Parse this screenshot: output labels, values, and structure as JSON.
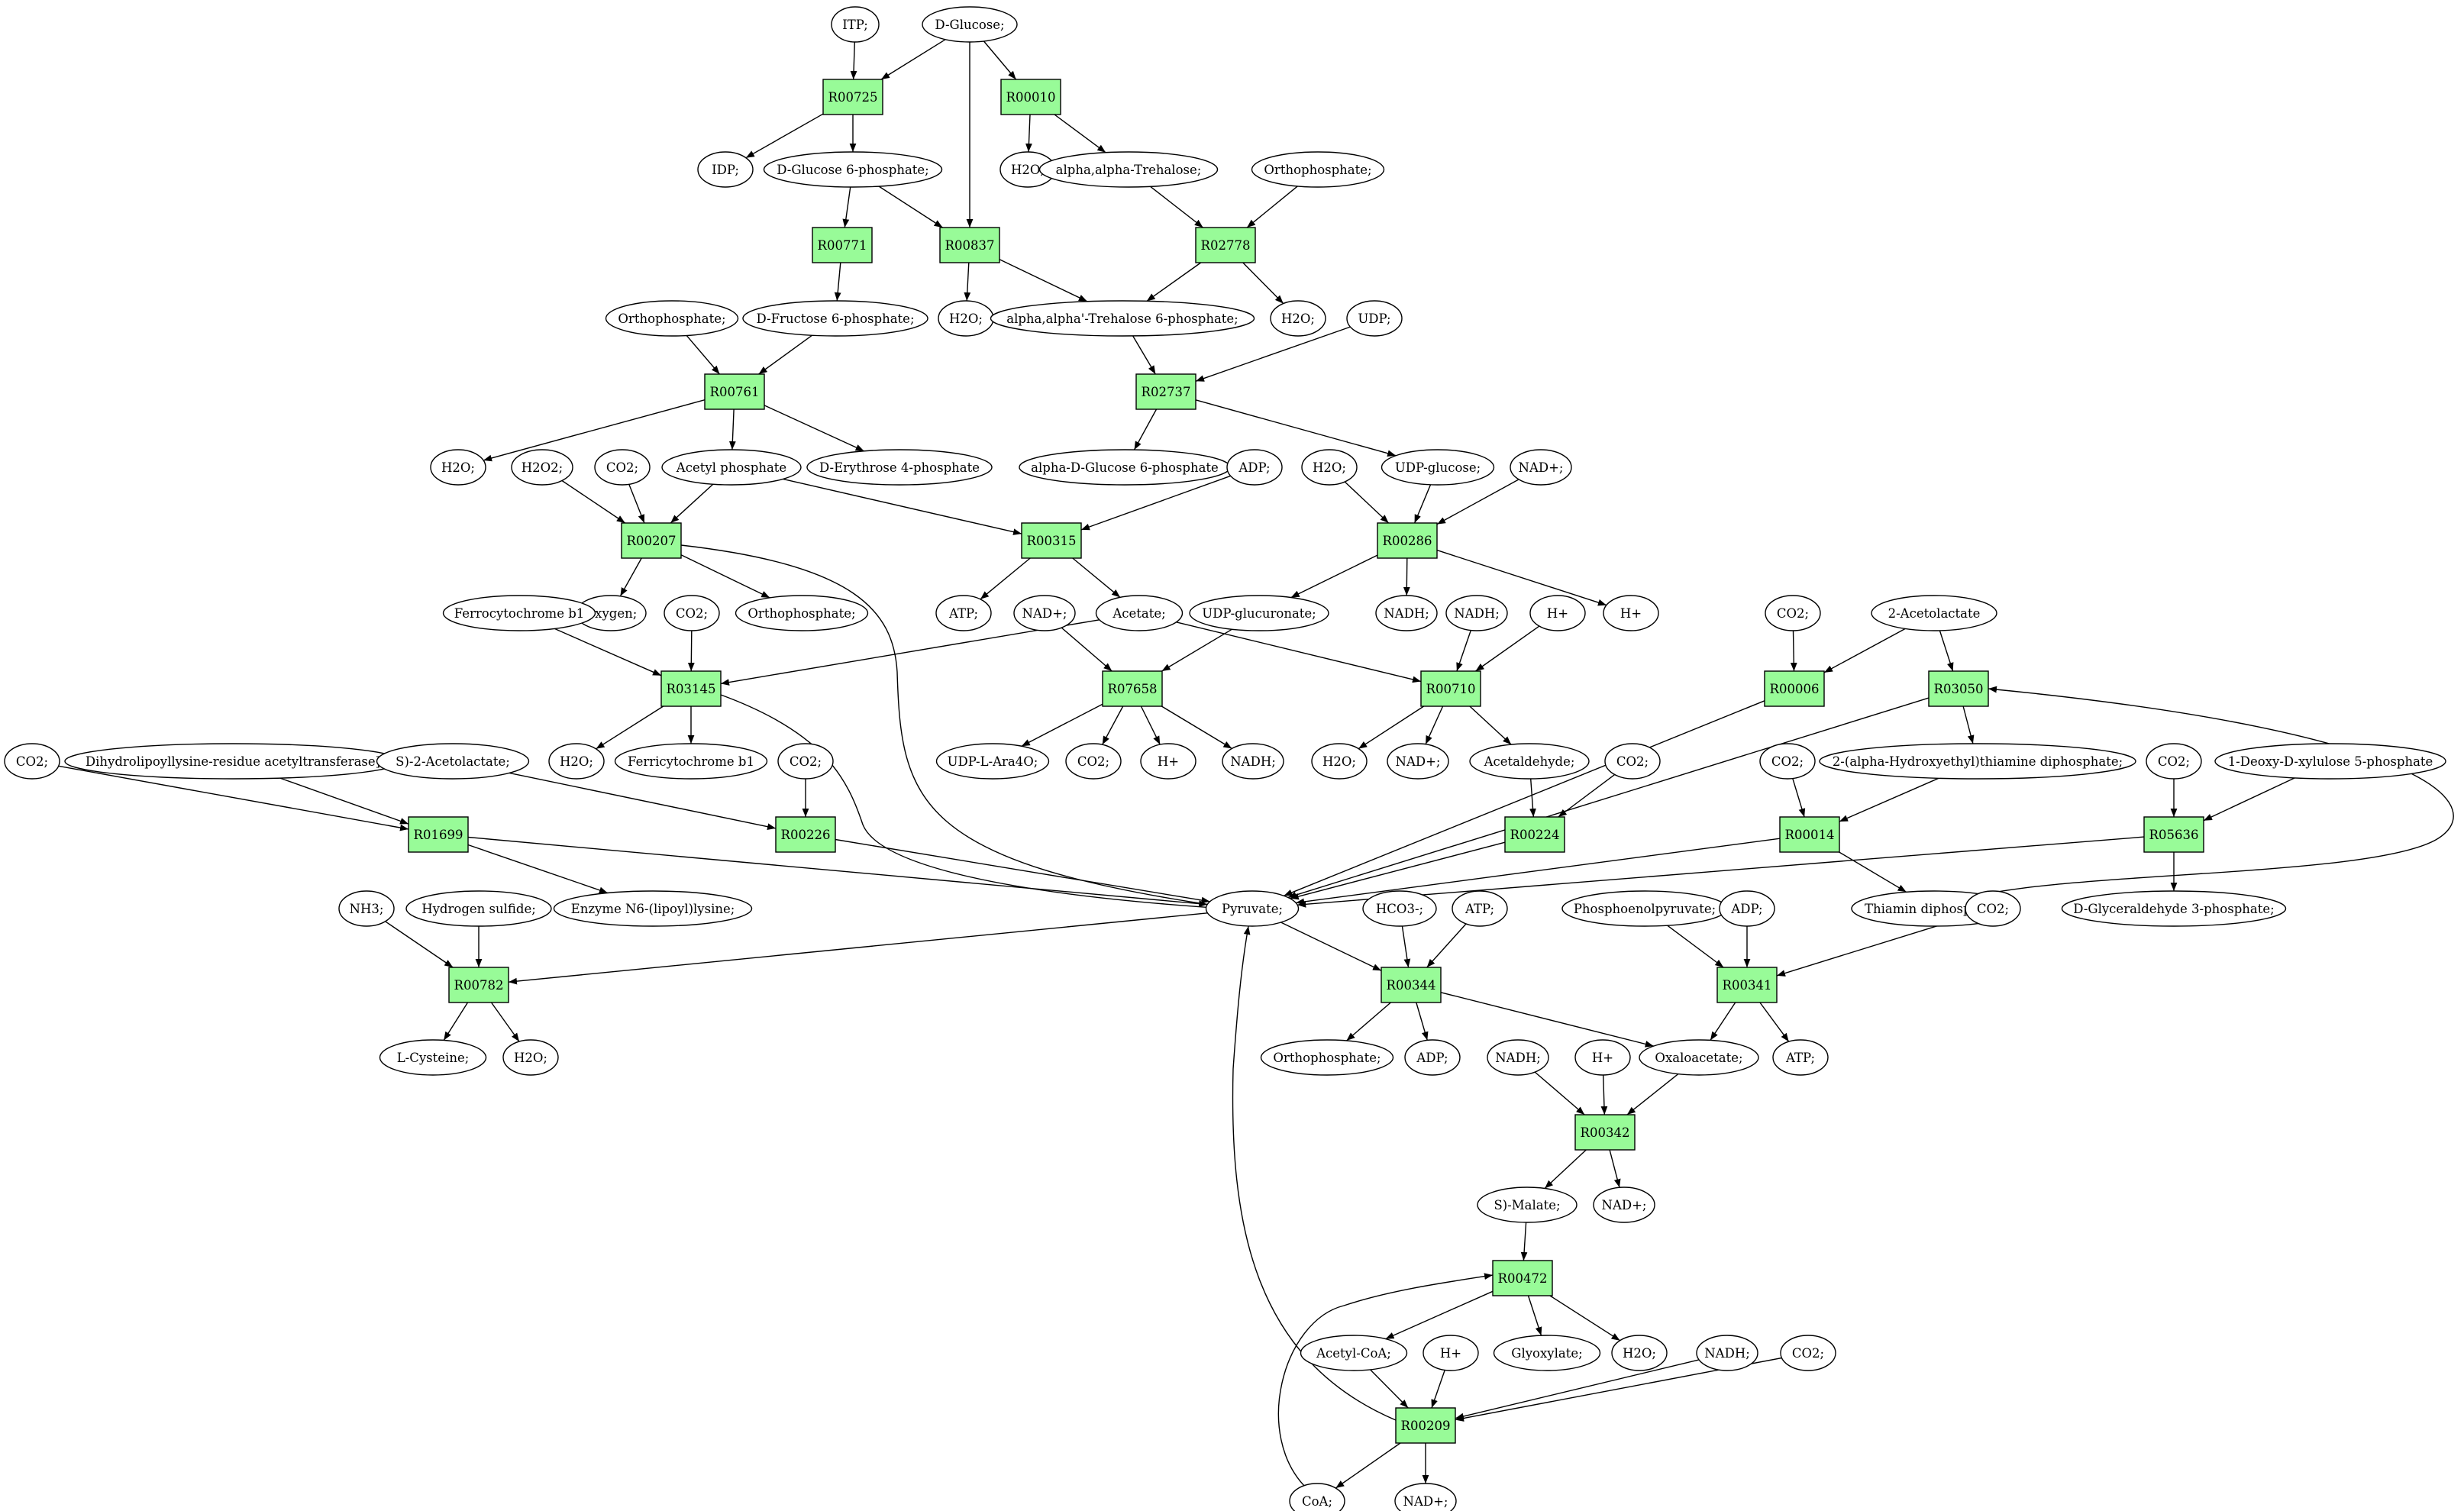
{
  "colors": {
    "reaction_fill": "#98fb98",
    "start_fill": "#00ff00",
    "target_fill": "#ffff00",
    "metabolite_fill": "#ffffff",
    "stroke": "#000000"
  },
  "reactions": [
    {
      "id": "R00725",
      "label": "R00725"
    },
    {
      "id": "R00010",
      "label": "R00010"
    },
    {
      "id": "R00771",
      "label": "R00771"
    },
    {
      "id": "R00837",
      "label": "R00837"
    },
    {
      "id": "R02778",
      "label": "R02778"
    },
    {
      "id": "R00761",
      "label": "R00761"
    },
    {
      "id": "R02737",
      "label": "R02737"
    },
    {
      "id": "R00207",
      "label": "R00207"
    },
    {
      "id": "R00315",
      "label": "R00315"
    },
    {
      "id": "R00286",
      "label": "R00286"
    },
    {
      "id": "R03145",
      "label": "R03145"
    },
    {
      "id": "R07658",
      "label": "R07658"
    },
    {
      "id": "R00710",
      "label": "R00710"
    },
    {
      "id": "R00006",
      "label": "R00006"
    },
    {
      "id": "R03050",
      "label": "R03050"
    },
    {
      "id": "R01699",
      "label": "R01699"
    },
    {
      "id": "R00226",
      "label": "R00226"
    },
    {
      "id": "R00224",
      "label": "R00224"
    },
    {
      "id": "R00014",
      "label": "R00014"
    },
    {
      "id": "R05636",
      "label": "R05636"
    },
    {
      "id": "R00782",
      "label": "R00782"
    },
    {
      "id": "R00344",
      "label": "R00344"
    },
    {
      "id": "R00341",
      "label": "R00341"
    },
    {
      "id": "R00342",
      "label": "R00342"
    },
    {
      "id": "R00472",
      "label": "R00472"
    },
    {
      "id": "R00209",
      "label": "R00209"
    }
  ],
  "metabolites": [
    {
      "id": "itp",
      "label": "ITP;"
    },
    {
      "id": "d_glucose",
      "label": "D-Glucose;",
      "role": "start"
    },
    {
      "id": "idp",
      "label": "IDP;"
    },
    {
      "id": "g6p",
      "label": "D-Glucose 6-phosphate;"
    },
    {
      "id": "h2o_a",
      "label": "H2O;"
    },
    {
      "id": "trehalose",
      "label": "alpha,alpha-Trehalose;"
    },
    {
      "id": "orthophosphate_a",
      "label": "Orthophosphate;"
    },
    {
      "id": "orthophosphate_b",
      "label": "Orthophosphate;"
    },
    {
      "id": "f6p",
      "label": "D-Fructose 6-phosphate;"
    },
    {
      "id": "h2o_b",
      "label": "H2O;"
    },
    {
      "id": "t6p",
      "label": "alpha,alpha'-Trehalose 6-phosphate;"
    },
    {
      "id": "h2o_c",
      "label": "H2O;"
    },
    {
      "id": "udp",
      "label": "UDP;"
    },
    {
      "id": "h2o_d",
      "label": "H2O;"
    },
    {
      "id": "h2o2",
      "label": "H2O2;"
    },
    {
      "id": "co2_a",
      "label": "CO2;"
    },
    {
      "id": "acetyl_phosphate",
      "label": "Acetyl phosphate"
    },
    {
      "id": "e4p",
      "label": "D-Erythrose 4-phosphate"
    },
    {
      "id": "ag6p",
      "label": "alpha-D-Glucose 6-phosphate"
    },
    {
      "id": "adp_a",
      "label": "ADP;"
    },
    {
      "id": "h2o_e",
      "label": "H2O;"
    },
    {
      "id": "udp_glucose",
      "label": "UDP-glucose;"
    },
    {
      "id": "nad_a",
      "label": "NAD+;"
    },
    {
      "id": "oxygen",
      "label": "Oxygen;"
    },
    {
      "id": "orthophosphate_c",
      "label": "Orthophosphate;"
    },
    {
      "id": "atp_a",
      "label": "ATP;"
    },
    {
      "id": "acetate",
      "label": "Acetate;"
    },
    {
      "id": "udp_glucuronate",
      "label": "UDP-glucuronate;"
    },
    {
      "id": "nadh_a",
      "label": "NADH;"
    },
    {
      "id": "h_a",
      "label": "H+"
    },
    {
      "id": "ferrocytochrome",
      "label": "Ferrocytochrome b1"
    },
    {
      "id": "co2_b",
      "label": "CO2;"
    },
    {
      "id": "nad_b",
      "label": "NAD+;"
    },
    {
      "id": "nadh_b",
      "label": "NADH;"
    },
    {
      "id": "h_b",
      "label": "H+"
    },
    {
      "id": "co2_c",
      "label": "CO2;"
    },
    {
      "id": "acetolactate_2",
      "label": "2-Acetolactate"
    },
    {
      "id": "h2o_f",
      "label": "H2O;"
    },
    {
      "id": "ferricytochrome",
      "label": "Ferricytochrome b1"
    },
    {
      "id": "udp_ara4o",
      "label": "UDP-L-Ara4O;"
    },
    {
      "id": "co2_d",
      "label": "CO2;"
    },
    {
      "id": "h_c",
      "label": "H+"
    },
    {
      "id": "nadh_c",
      "label": "NADH;"
    },
    {
      "id": "h2o_g",
      "label": "H2O;"
    },
    {
      "id": "nad_c",
      "label": "NAD+;"
    },
    {
      "id": "acetaldehyde",
      "label": "Acetaldehyde;"
    },
    {
      "id": "co2_e",
      "label": "CO2;"
    },
    {
      "id": "htpp",
      "label": "2-(alpha-Hydroxyethyl)thiamine diphosphate;"
    },
    {
      "id": "co2_f",
      "label": "CO2;"
    },
    {
      "id": "co2_g",
      "label": "CO2;"
    },
    {
      "id": "dxp",
      "label": "1-Deoxy-D-xylulose 5-phosphate"
    },
    {
      "id": "co2_h",
      "label": "CO2;"
    },
    {
      "id": "dihydrolipoyllysine",
      "label": "Dihydrolipoyllysine-residue acetyltransferase]"
    },
    {
      "id": "s_acetolactate",
      "label": "S)-2-Acetolactate;"
    },
    {
      "id": "co2_i",
      "label": "CO2;"
    },
    {
      "id": "nh3",
      "label": "NH3;"
    },
    {
      "id": "h2s",
      "label": "Hydrogen sulfide;"
    },
    {
      "id": "lipoyllysine",
      "label": "Enzyme N6-(lipoyl)lysine;"
    },
    {
      "id": "pyruvate",
      "label": "Pyruvate;"
    },
    {
      "id": "hco3",
      "label": "HCO3-;"
    },
    {
      "id": "atp_b",
      "label": "ATP;"
    },
    {
      "id": "thiamin_dp",
      "label": "Thiamin diphosphate;"
    },
    {
      "id": "gap",
      "label": "D-Glyceraldehyde 3-phosphate;"
    },
    {
      "id": "pep",
      "label": "Phosphoenolpyruvate;"
    },
    {
      "id": "adp_b",
      "label": "ADP;"
    },
    {
      "id": "co2_j",
      "label": "CO2;"
    },
    {
      "id": "l_cysteine",
      "label": "L-Cysteine;",
      "role": "target"
    },
    {
      "id": "h2o_h",
      "label": "H2O;"
    },
    {
      "id": "orthophosphate_d",
      "label": "Orthophosphate;"
    },
    {
      "id": "adp_c",
      "label": "ADP;"
    },
    {
      "id": "oxaloacetate",
      "label": "Oxaloacetate;"
    },
    {
      "id": "atp_c",
      "label": "ATP;"
    },
    {
      "id": "nadh_d",
      "label": "NADH;"
    },
    {
      "id": "h_d",
      "label": "H+"
    },
    {
      "id": "s_malate",
      "label": "S)-Malate;"
    },
    {
      "id": "nad_d",
      "label": "NAD+;"
    },
    {
      "id": "acetyl_coa",
      "label": "Acetyl-CoA;"
    },
    {
      "id": "h_e",
      "label": "H+"
    },
    {
      "id": "glyoxylate",
      "label": "Glyoxylate;"
    },
    {
      "id": "h2o_i",
      "label": "H2O;"
    },
    {
      "id": "nadh_e",
      "label": "NADH;"
    },
    {
      "id": "co2_k",
      "label": "CO2;"
    },
    {
      "id": "coa",
      "label": "CoA;"
    },
    {
      "id": "nad_e",
      "label": "NAD+;"
    }
  ]
}
